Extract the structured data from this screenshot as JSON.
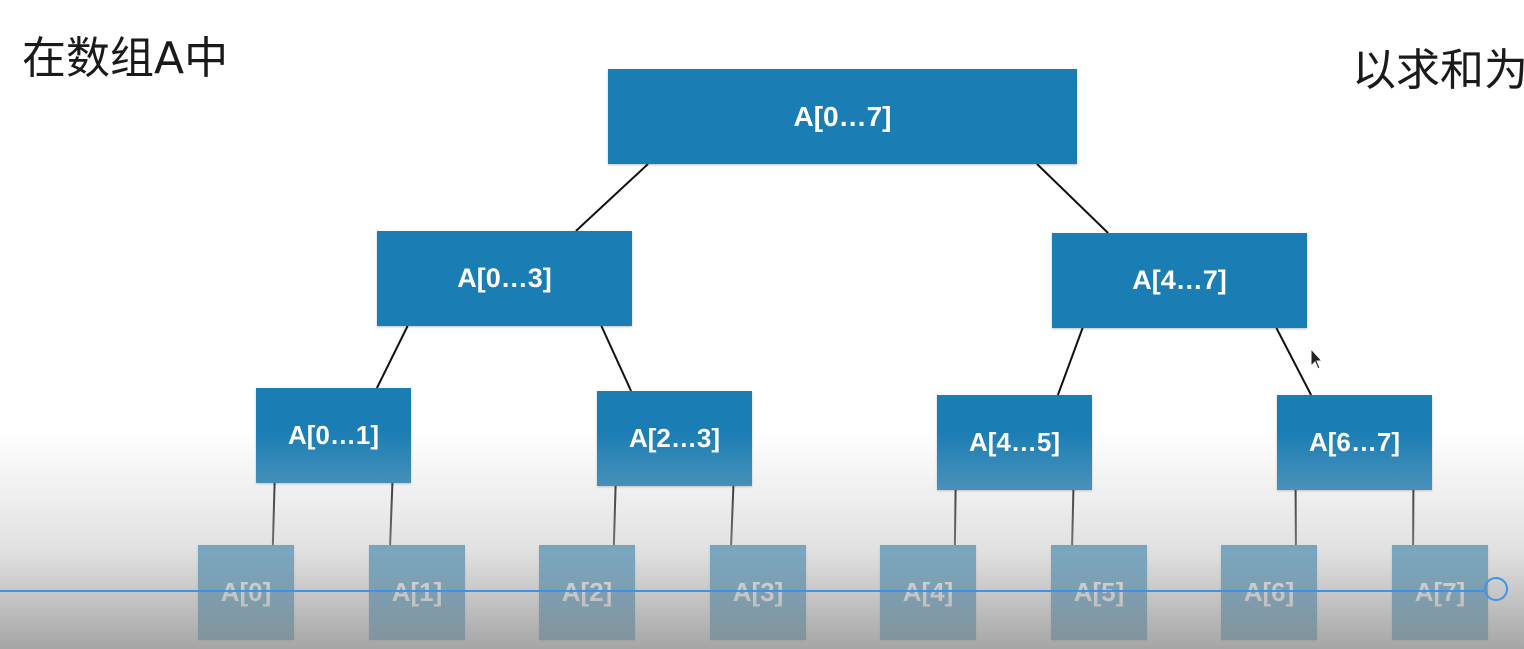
{
  "captions": {
    "left": "在数组A中",
    "right": "以求和为"
  },
  "colors": {
    "node_fill": "#1a7db4",
    "node_text": "#ffffff",
    "edge": "#111111",
    "playback": "#3f93e6"
  },
  "tree": {
    "nodes": [
      {
        "id": "n0",
        "label": "A[0…7]",
        "level": 0
      },
      {
        "id": "n1",
        "label": "A[0…3]",
        "level": 1
      },
      {
        "id": "n2",
        "label": "A[4…7]",
        "level": 1
      },
      {
        "id": "n3",
        "label": "A[0…1]",
        "level": 2
      },
      {
        "id": "n4",
        "label": "A[2…3]",
        "level": 2
      },
      {
        "id": "n5",
        "label": "A[4…5]",
        "level": 2
      },
      {
        "id": "n6",
        "label": "A[6…7]",
        "level": 2
      },
      {
        "id": "n7",
        "label": "A[0]",
        "level": 3
      },
      {
        "id": "n8",
        "label": "A[1]",
        "level": 3
      },
      {
        "id": "n9",
        "label": "A[2]",
        "level": 3
      },
      {
        "id": "n10",
        "label": "A[3]",
        "level": 3
      },
      {
        "id": "n11",
        "label": "A[4]",
        "level": 3
      },
      {
        "id": "n12",
        "label": "A[5]",
        "level": 3
      },
      {
        "id": "n13",
        "label": "A[6]",
        "level": 3
      },
      {
        "id": "n14",
        "label": "A[7]",
        "level": 3
      }
    ],
    "edges": [
      [
        "n0",
        "n1"
      ],
      [
        "n0",
        "n2"
      ],
      [
        "n1",
        "n3"
      ],
      [
        "n1",
        "n4"
      ],
      [
        "n2",
        "n5"
      ],
      [
        "n2",
        "n6"
      ],
      [
        "n3",
        "n7"
      ],
      [
        "n3",
        "n8"
      ],
      [
        "n4",
        "n9"
      ],
      [
        "n4",
        "n10"
      ],
      [
        "n5",
        "n11"
      ],
      [
        "n5",
        "n12"
      ],
      [
        "n6",
        "n13"
      ],
      [
        "n6",
        "n14"
      ]
    ]
  },
  "icons": {
    "cursor": "mouse-pointer-icon",
    "playhead": "playhead-knob-icon"
  }
}
